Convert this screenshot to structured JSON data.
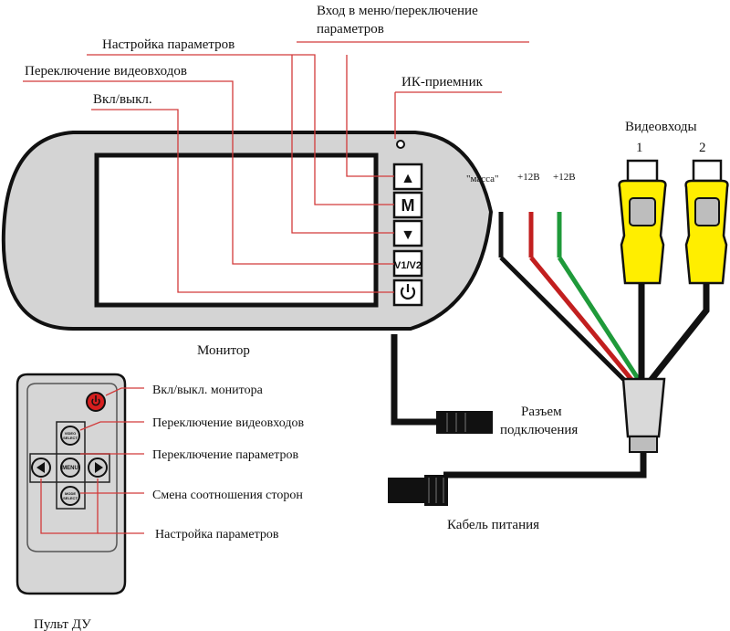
{
  "labels": {
    "menu_entry_line1": "Вход в меню/переключение",
    "menu_entry_line2": "параметров",
    "param_setup": "Настройка параметров",
    "video_switch": "Переключение видеовходов",
    "power": "Вкл/выкл.",
    "ir_receiver": "ИК-приемник",
    "monitor": "Монитор",
    "video_inputs_title": "Видеовходы",
    "video_input_1": "1",
    "video_input_2": "2",
    "wire_ground": "\"масса\"",
    "wire_12v_red": "+12В",
    "wire_12v_green": "+12В",
    "connector_line1": "Разъем",
    "connector_line2": "подключения",
    "power_cable": "Кабель питания",
    "remote": "Пульт ДУ"
  },
  "monitor_buttons": {
    "up": "▲",
    "menu": "M",
    "down": "▼",
    "v1v2": "V1/V2",
    "power_icon": "power-icon"
  },
  "remote_labels": {
    "power": "Вкл/выкл. монитора",
    "video_switch": "Переключение видеовходов",
    "param_switch": "Переключение параметров",
    "aspect": "Смена соотношения сторон",
    "param_setup": "Настройка параметров"
  },
  "remote_buttons": {
    "video_select_line1": "VIDEO",
    "video_select_line2": "SELECT",
    "menu": "MENU",
    "mode_select_line1": "MODE",
    "mode_select_line2": "SELECT"
  },
  "colors": {
    "body_gray": "#d4d4d4",
    "leader_red": "#d23a3a",
    "wire_red": "#c21f1f",
    "wire_green": "#1f9a3a",
    "rca_yellow": "#ffee00",
    "power_button_red": "#d61f1f"
  }
}
